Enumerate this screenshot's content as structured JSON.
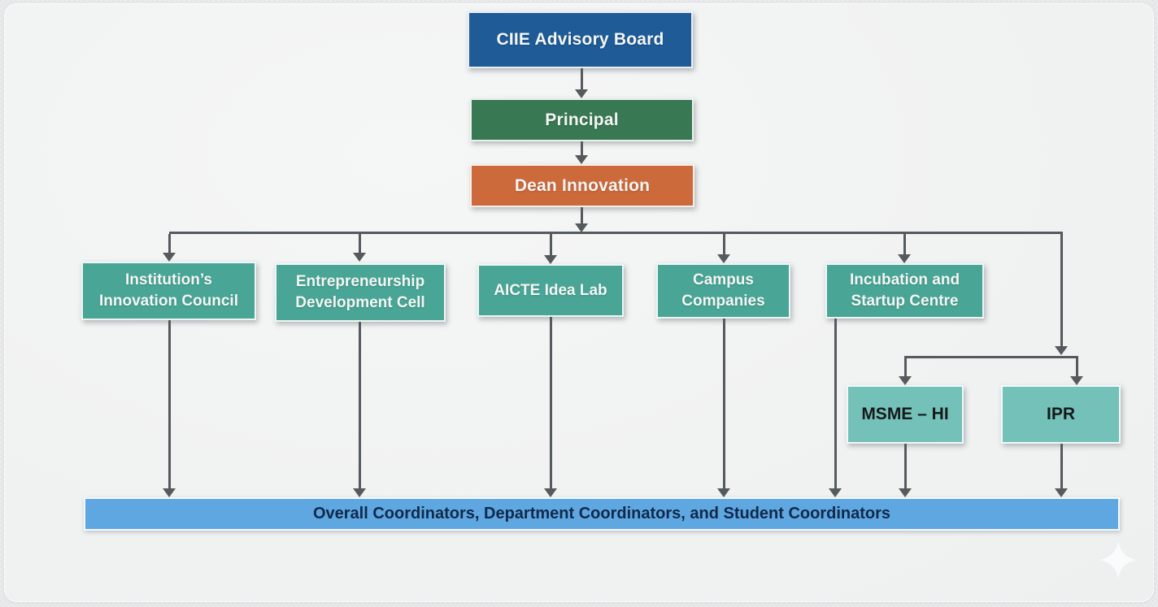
{
  "diagram": {
    "type": "org-chart",
    "nodes": {
      "advisory_board": {
        "label": "CIIE Advisory Board",
        "color": "#1e5b97"
      },
      "principal": {
        "label": "Principal",
        "color": "#387853"
      },
      "dean_innovation": {
        "label": "Dean Innovation",
        "color": "#cd6a3c"
      },
      "iic": {
        "label": "Institution’s Innovation Council",
        "color": "#49a697"
      },
      "edc": {
        "label": "Entrepreneurship Development Cell",
        "color": "#49a697"
      },
      "aicte_idea_lab": {
        "label": "AICTE Idea Lab",
        "color": "#49a697"
      },
      "campus_companies": {
        "label": "Campus Companies",
        "color": "#49a697"
      },
      "incubation_startup_centre": {
        "label": "Incubation and Startup Centre",
        "color": "#49a697"
      },
      "msme_hi": {
        "label": "MSME – HI",
        "color": "#74c1b9"
      },
      "ipr": {
        "label": "IPR",
        "color": "#74c1b9"
      },
      "coordinators_bar": {
        "label": "Overall Coordinators, Department Coordinators, and Student Coordinators",
        "color": "#5fa7e0"
      }
    },
    "edges": [
      {
        "from": "CIIE Advisory Board",
        "to": "Principal"
      },
      {
        "from": "Principal",
        "to": "Dean Innovation"
      },
      {
        "from": "Dean Innovation",
        "to": "Institution’s Innovation Council"
      },
      {
        "from": "Dean Innovation",
        "to": "Entrepreneurship Development Cell"
      },
      {
        "from": "Dean Innovation",
        "to": "AICTE Idea Lab"
      },
      {
        "from": "Dean Innovation",
        "to": "Campus Companies"
      },
      {
        "from": "Dean Innovation",
        "to": "Incubation and Startup Centre"
      },
      {
        "from": "Dean Innovation",
        "to": "MSME – HI"
      },
      {
        "from": "Dean Innovation",
        "to": "IPR"
      },
      {
        "from": "Institution’s Innovation Council",
        "to": "Overall Coordinators, Department Coordinators, and Student Coordinators"
      },
      {
        "from": "Entrepreneurship Development Cell",
        "to": "Overall Coordinators, Department Coordinators, and Student Coordinators"
      },
      {
        "from": "AICTE Idea Lab",
        "to": "Overall Coordinators, Department Coordinators, and Student Coordinators"
      },
      {
        "from": "Campus Companies",
        "to": "Overall Coordinators, Department Coordinators, and Student Coordinators"
      },
      {
        "from": "Incubation and Startup Centre",
        "to": "Overall Coordinators, Department Coordinators, and Student Coordinators"
      },
      {
        "from": "MSME – HI",
        "to": "Overall Coordinators, Department Coordinators, and Student Coordinators"
      },
      {
        "from": "IPR",
        "to": "Overall Coordinators, Department Coordinators, and Student Coordinators"
      }
    ],
    "line_color": "#555a5f",
    "bar_text_color": "#10294a"
  }
}
